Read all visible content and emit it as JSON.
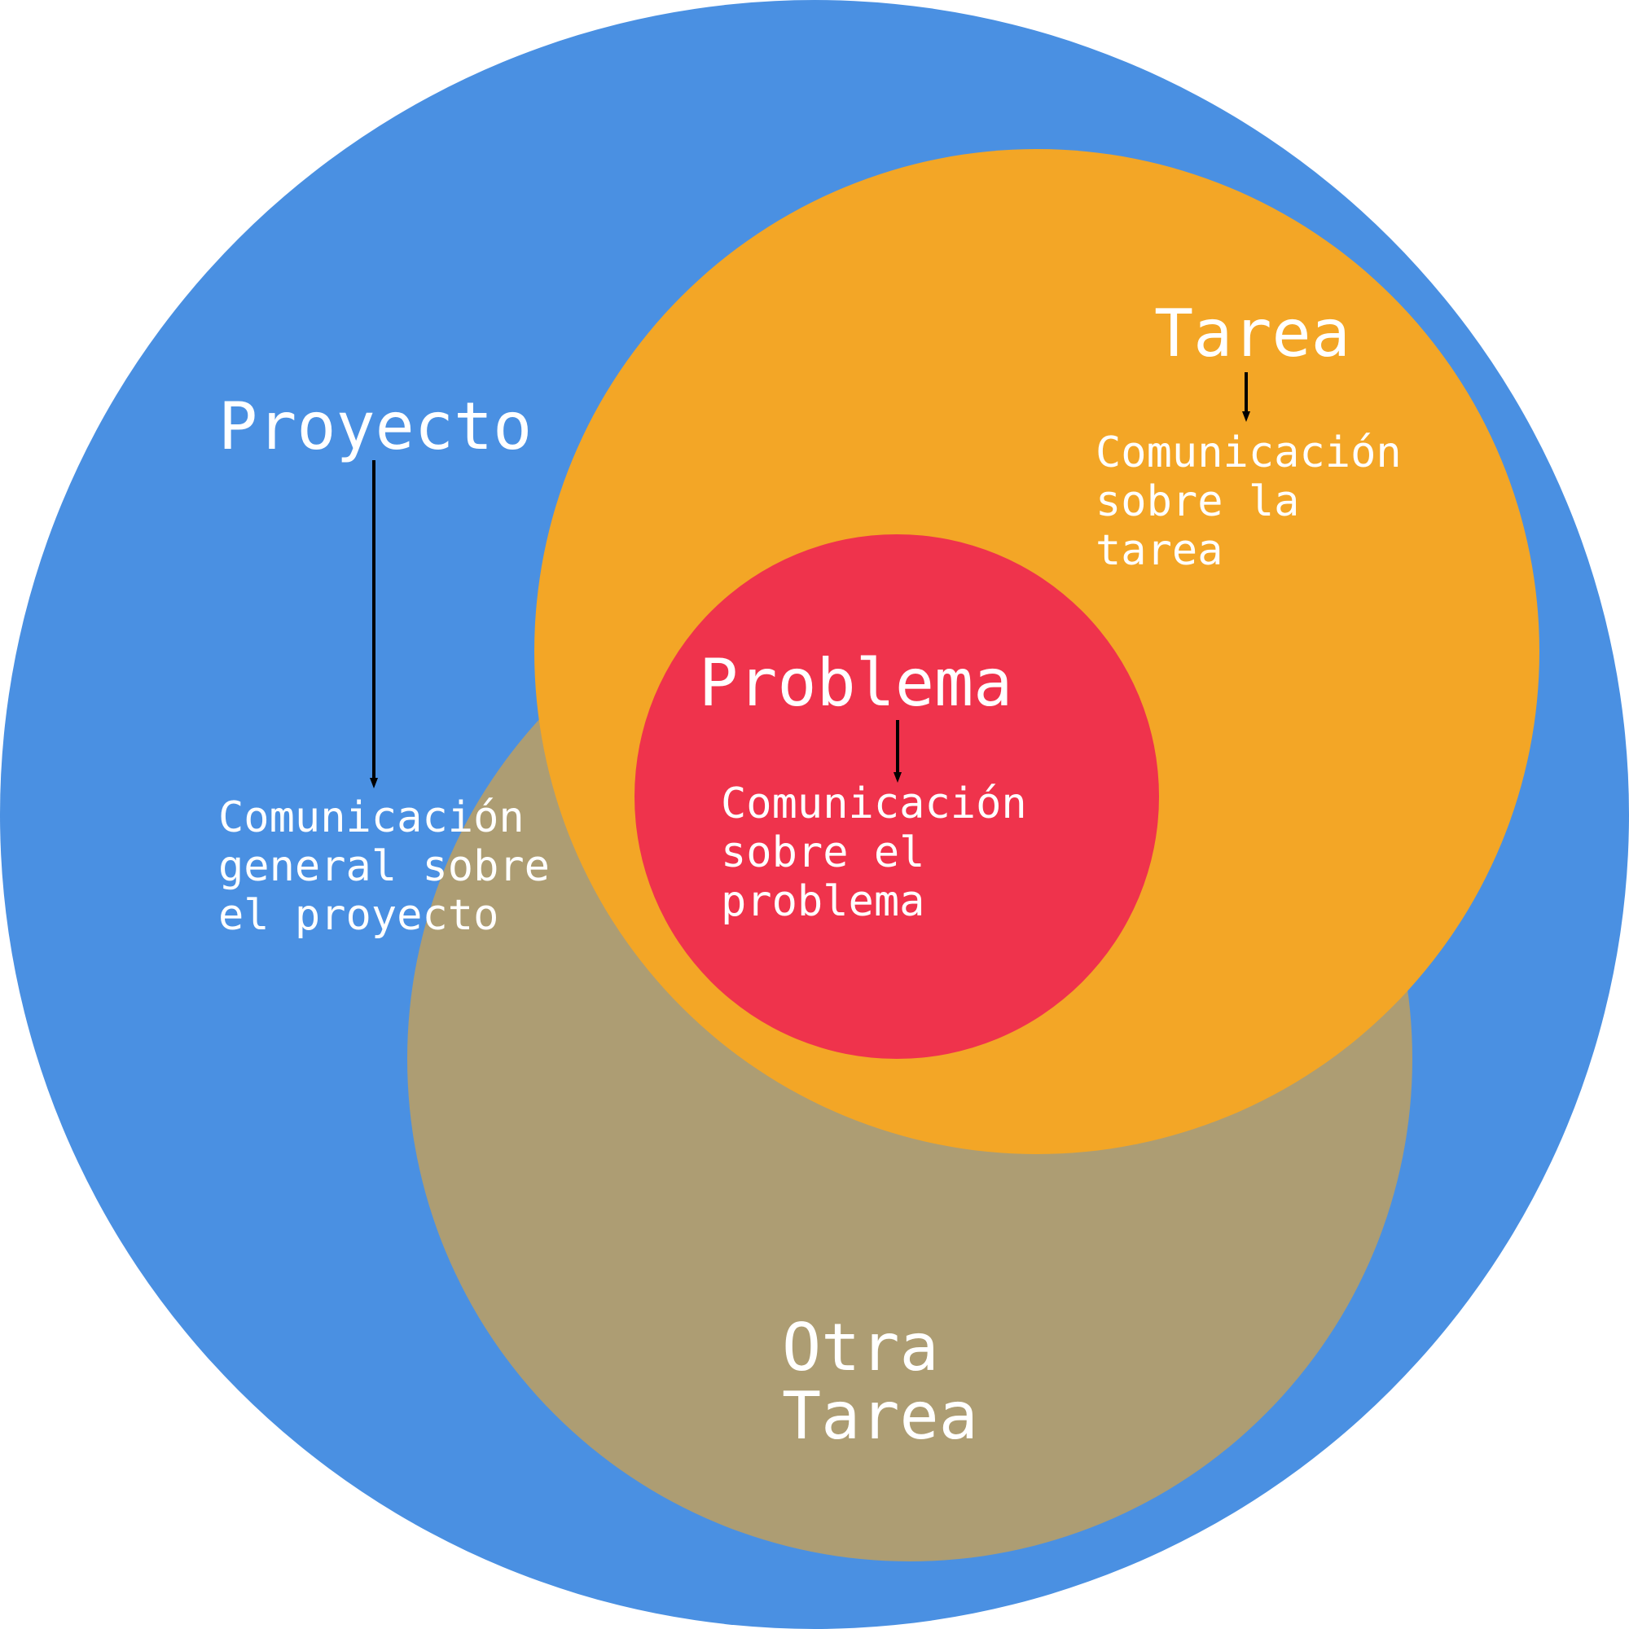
{
  "colors": {
    "background": "#ffffff",
    "proyecto": "#4a90e2",
    "otra_tarea": "#ad9d73",
    "tarea": "#f3a626",
    "problema": "#ef334c",
    "text": "#ffffff",
    "arrow": "#000000"
  },
  "proyecto": {
    "title": "Proyecto",
    "description": [
      "Comunicación",
      "general sobre",
      "el proyecto"
    ]
  },
  "tarea": {
    "title": "Tarea",
    "description": [
      "Comunicación",
      "sobre la",
      "tarea"
    ]
  },
  "problema": {
    "title": "Problema",
    "description": [
      "Comunicación",
      "sobre el",
      "problema"
    ]
  },
  "otra_tarea": {
    "title_lines": [
      "Otra",
      "Tarea"
    ]
  }
}
